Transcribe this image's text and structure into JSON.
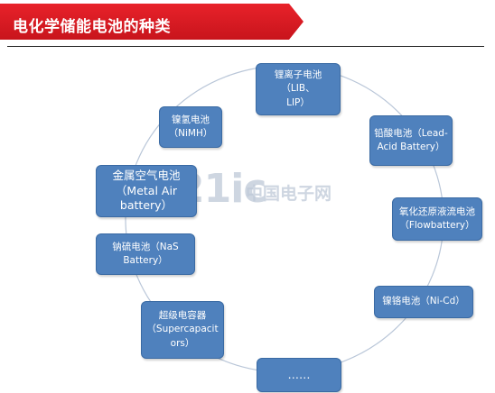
{
  "header": {
    "title": "电化学储能电池的种类"
  },
  "watermark": {
    "logo": "21ic",
    "cn": "中国电子网"
  },
  "nodes": [
    {
      "id": "lib",
      "line1": "锂离子电池（LIB、",
      "line2": "LIP）"
    },
    {
      "id": "lead",
      "line1": "铅酸电池（Lead-",
      "line2": "Acid Battery）"
    },
    {
      "id": "flow",
      "line1": "氧化还原液流电池",
      "line2": "（Flowbattery）"
    },
    {
      "id": "nicd",
      "line1": "镍铬电池（Ni-Cd）"
    },
    {
      "id": "more",
      "line1": "……"
    },
    {
      "id": "supercap",
      "line1": "超级电容器",
      "line2": "（Supercapacit",
      "line3": "ors）"
    },
    {
      "id": "nas",
      "line1": "钠硫电池（NaS",
      "line2": "Battery）"
    },
    {
      "id": "metalair",
      "line1": "金属空气电池",
      "line2": "（Metal Air",
      "line3": "battery）"
    },
    {
      "id": "nimh",
      "line1": "镍氢电池",
      "line2": "（NiMH）"
    }
  ]
}
